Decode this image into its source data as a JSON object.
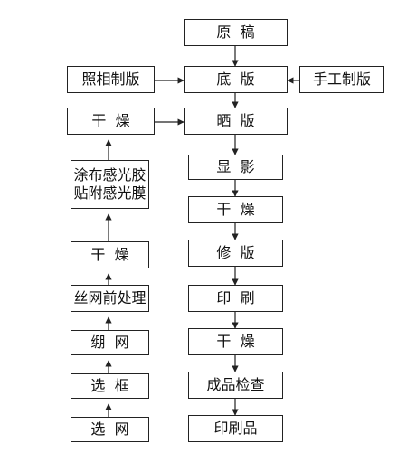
{
  "flow": {
    "main": [
      {
        "id": "yuangao",
        "label": "原  稿"
      },
      {
        "id": "diban",
        "label": "底  版"
      },
      {
        "id": "shaiban",
        "label": "晒  版"
      },
      {
        "id": "xianying",
        "label": "显  影"
      },
      {
        "id": "ganzao2",
        "label": "干  燥"
      },
      {
        "id": "xiuban",
        "label": "修  版"
      },
      {
        "id": "yinshua",
        "label": "印  刷"
      },
      {
        "id": "ganzao3",
        "label": "干  燥"
      },
      {
        "id": "chengpin",
        "label": "成品检查"
      },
      {
        "id": "yinshuapin",
        "label": "印刷品"
      }
    ],
    "left": [
      {
        "id": "zhaoxiang",
        "label": "照相制版"
      },
      {
        "id": "ganzao1",
        "label": "干  燥"
      },
      {
        "id": "tubu",
        "label": "涂布感光胶",
        "label2": "贴附感光膜"
      },
      {
        "id": "ganzao4",
        "label": "干  燥"
      },
      {
        "id": "siwang",
        "label": "丝网前处理"
      },
      {
        "id": "bengwang",
        "label": "绷  网"
      },
      {
        "id": "xuankuang",
        "label": "选  框"
      },
      {
        "id": "xuanwang",
        "label": "选  网"
      }
    ],
    "right": [
      {
        "id": "shougong",
        "label": "手工制版"
      }
    ]
  }
}
